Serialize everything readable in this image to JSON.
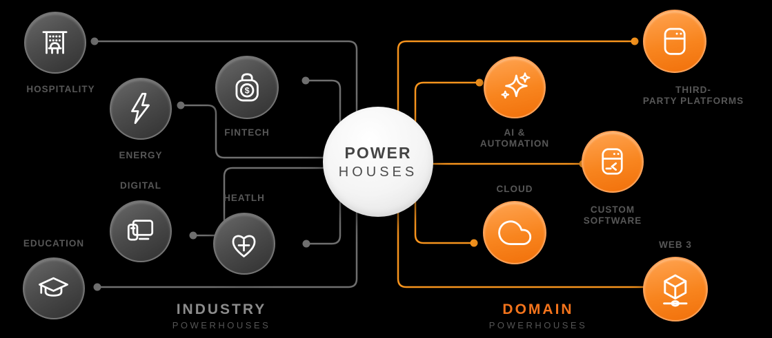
{
  "center": {
    "title_line1": "POWER",
    "title_line2": "HOUSES"
  },
  "industry": {
    "caption": "INDUSTRY",
    "subcaption": "POWERHOUSES",
    "nodes": [
      {
        "label_lines": [
          "HOSPITALITY"
        ],
        "icon": "hotel-building-icon"
      },
      {
        "label_lines": [
          "ENERGY"
        ],
        "icon": "lightning-bolt-icon"
      },
      {
        "label_lines": [
          "FINTECH"
        ],
        "icon": "money-bag-icon"
      },
      {
        "label_lines": [
          "DIGITAL"
        ],
        "icon": "devices-icon"
      },
      {
        "label_lines": [
          "HEATLH"
        ],
        "icon": "heart-plus-icon"
      },
      {
        "label_lines": [
          "EDUCATION"
        ],
        "icon": "graduation-cap-icon"
      }
    ]
  },
  "domain": {
    "caption": "DOMAIN",
    "subcaption": "POWERHOUSES",
    "nodes": [
      {
        "label_lines": [
          "AI &",
          "AUTOMATION"
        ],
        "icon": "sparkles-icon"
      },
      {
        "label_lines": [
          "THIRD-",
          "PARTY PLATFORMS"
        ],
        "icon": "app-window-icon"
      },
      {
        "label_lines": [
          "CUSTOM",
          "SOFTWARE"
        ],
        "icon": "code-window-icon"
      },
      {
        "label_lines": [
          "CLOUD"
        ],
        "icon": "cloud-icon"
      },
      {
        "label_lines": [
          "WEB 3"
        ],
        "icon": "cube-network-icon"
      }
    ]
  },
  "colors": {
    "background": "#000000",
    "industry_line": "#6f6f6f",
    "domain_line": "#f7941d",
    "label_text": "#575757",
    "industry_caption_text": "#8c8c8c",
    "domain_caption_text": "#f4741c",
    "subcaption_text": "#555555",
    "center_title_text": "#454545"
  }
}
